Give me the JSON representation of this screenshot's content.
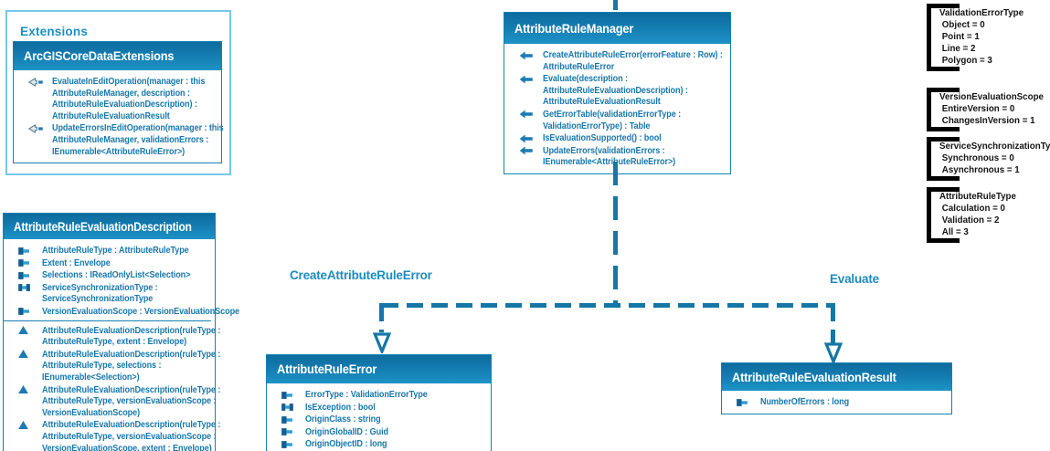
{
  "colors": {
    "header_gradient_top": "#0e6b9e",
    "header_gradient_bottom": "#1e93c6",
    "header_text": "#ffffff",
    "member_text": "#1878ac",
    "box_border": "#1581b5",
    "extensions_group_border": "#74c8e8",
    "extensions_label": "#1b90c4",
    "connector": "#1577a5",
    "connector_label": "#1b8cbe",
    "enum_text": "#141414",
    "enum_bracket": "#000000"
  },
  "extensions_group": {
    "label": "Extensions",
    "cls": {
      "title": "ArcGISCoreDataExtensions",
      "members": [
        {
          "icon": "extension-method-icon",
          "text": "EvaluateInEditOperation(manager : this AttributeRuleManager, description : AttributeRuleEvaluationDescription) : AttributeRuleEvaluationResult",
          "lines": [
            "EvaluateInEditOperation(manager : this",
            "AttributeRuleManager, description :",
            "AttributeRuleEvaluationDescription) :",
            "AttributeRuleEvaluationResult"
          ]
        },
        {
          "icon": "extension-method-icon",
          "text": "UpdateErrorsInEditOperation(manager : this AttributeRuleManager, validationErrors : IEnumerable<AttributeRuleError>)",
          "lines": [
            "UpdateErrorsInEditOperation(manager : this",
            "AttributeRuleManager, validationErrors :",
            "IEnumerable<AttributeRuleError>)"
          ]
        }
      ]
    }
  },
  "classes": {
    "manager": {
      "title": "AttributeRuleManager",
      "members": [
        {
          "icon": "method-icon",
          "text": "CreateAttributeRuleError(errorFeature : Row) : AttributeRuleError",
          "lines": [
            "CreateAttributeRuleError(errorFeature : Row) :",
            "AttributeRuleError"
          ]
        },
        {
          "icon": "method-icon",
          "text": "Evaluate(description : AttributeRuleEvaluationDescription) : AttributeRuleEvaluationResult",
          "lines": [
            "Evaluate(description :",
            "AttributeRuleEvaluationDescription) :",
            "AttributeRuleEvaluationResult"
          ]
        },
        {
          "icon": "method-icon",
          "text": "GetErrorTable(validationErrorType : ValidationErrorType) : Table",
          "lines": [
            "GetErrorTable(validationErrorType :",
            "ValidationErrorType) : Table"
          ]
        },
        {
          "icon": "method-icon",
          "text": "IsEvaluationSupported() : bool",
          "lines": [
            "IsEvaluationSupported() : bool"
          ]
        },
        {
          "icon": "method-icon",
          "text": "UpdateErrors(validationErrors : IEnumerable<AttributeRuleError>)",
          "lines": [
            "UpdateErrors(validationErrors :",
            "IEnumerable<AttributeRuleError>)"
          ]
        }
      ]
    },
    "description": {
      "title": "AttributeRuleEvaluationDescription",
      "properties": [
        {
          "icon": "property-icon",
          "text": "AttributeRuleType : AttributeRuleType",
          "lines": [
            "AttributeRuleType : AttributeRuleType"
          ]
        },
        {
          "icon": "property-icon",
          "text": "Extent : Envelope",
          "lines": [
            "Extent : Envelope"
          ]
        },
        {
          "icon": "property-icon",
          "text": "Selections : IReadOnlyList<Selection>",
          "lines": [
            "Selections : IReadOnlyList<Selection>"
          ]
        },
        {
          "icon": "property-readwrite-icon",
          "text": "ServiceSynchronizationType : ServiceSynchronizationType",
          "lines": [
            "ServiceSynchronizationType :",
            "ServiceSynchronizationType"
          ]
        },
        {
          "icon": "property-icon",
          "text": "VersionEvaluationScope : VersionEvaluationScope",
          "lines": [
            "VersionEvaluationScope : VersionEvaluationScope"
          ]
        }
      ],
      "constructors": [
        {
          "icon": "constructor-icon",
          "text": "AttributeRuleEvaluationDescription(ruleType : AttributeRuleType, extent : Envelope)",
          "lines": [
            "AttributeRuleEvaluationDescription(ruleType :",
            "AttributeRuleType, extent : Envelope)"
          ]
        },
        {
          "icon": "constructor-icon",
          "text": "AttributeRuleEvaluationDescription(ruleType : AttributeRuleType, selections : IEnumerable<Selection>)",
          "lines": [
            "AttributeRuleEvaluationDescription(ruleType :",
            "AttributeRuleType, selections :",
            "IEnumerable<Selection>)"
          ]
        },
        {
          "icon": "constructor-icon",
          "text": "AttributeRuleEvaluationDescription(ruleType : AttributeRuleType, versionEvaluationScope : VersionEvaluationScope)",
          "lines": [
            "AttributeRuleEvaluationDescription(ruleType :",
            "AttributeRuleType, versionEvaluationScope :",
            "VersionEvaluationScope)"
          ]
        },
        {
          "icon": "constructor-icon",
          "text": "AttributeRuleEvaluationDescription(ruleType : AttributeRuleType, versionEvaluationScope : VersionEvaluationScope, extent : Envelope)",
          "lines": [
            "AttributeRuleEvaluationDescription(ruleType :",
            "AttributeRuleType, versionEvaluationScope :",
            "VersionEvaluationScope, extent : Envelope)"
          ]
        }
      ]
    },
    "error": {
      "title": "AttributeRuleError",
      "members": [
        {
          "icon": "property-icon",
          "text": "ErrorType : ValidationErrorType",
          "lines": [
            "ErrorType : ValidationErrorType"
          ]
        },
        {
          "icon": "property-readwrite-icon",
          "text": "IsException : bool",
          "lines": [
            "IsException : bool"
          ]
        },
        {
          "icon": "property-icon",
          "text": "OriginClass : string",
          "lines": [
            "OriginClass : string"
          ]
        },
        {
          "icon": "property-icon",
          "text": "OriginGlobalID : Guid",
          "lines": [
            "OriginGlobalID : Guid"
          ]
        },
        {
          "icon": "property-icon",
          "text": "OriginObjectID : long",
          "lines": [
            "OriginObjectID : long"
          ]
        }
      ]
    },
    "result": {
      "title": "AttributeRuleEvaluationResult",
      "members": [
        {
          "icon": "property-icon",
          "text": "NumberOfErrors : long",
          "lines": [
            "NumberOfErrors : long"
          ]
        }
      ]
    }
  },
  "enums": [
    {
      "title": "ValidationErrorType",
      "values": [
        "Object = 0",
        "Point = 1",
        "Line = 2",
        "Polygon = 3"
      ]
    },
    {
      "title": "VersionEvaluationScope",
      "values": [
        "EntireVersion = 0",
        "ChangesInVersion = 1"
      ]
    },
    {
      "title": "ServiceSynchronizationType",
      "values": [
        "Synchronous = 0",
        "Asynchronous = 1"
      ]
    },
    {
      "title": "AttributeRuleType",
      "values": [
        "Calculation = 0",
        "Validation = 2",
        "All = 3"
      ]
    }
  ],
  "connector_labels": {
    "create_attribute_rule_error": "CreateAttributeRuleError",
    "evaluate": "Evaluate"
  }
}
